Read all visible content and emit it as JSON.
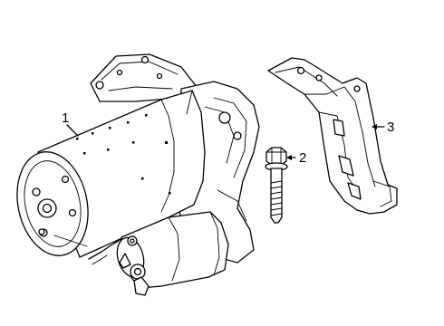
{
  "callouts": {
    "starter": "1",
    "bolt": "2",
    "bracket": "3"
  }
}
